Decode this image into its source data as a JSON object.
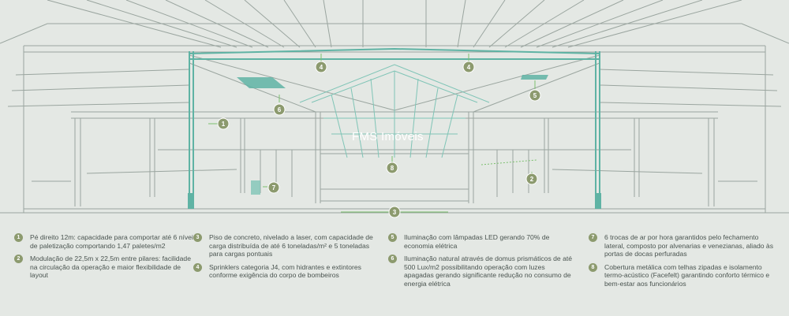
{
  "watermark": "FMS Imóveis",
  "colors": {
    "background": "#e4e8e4",
    "structure_line": "#9aa59f",
    "accent_teal": "#5fb3a4",
    "accent_green": "#7bbf6e",
    "badge": "#8c9a6e",
    "text": "#4a5450"
  },
  "markers": [
    {
      "n": "1"
    },
    {
      "n": "2"
    },
    {
      "n": "3"
    },
    {
      "n": "4"
    },
    {
      "n": "4"
    },
    {
      "n": "5"
    },
    {
      "n": "6"
    },
    {
      "n": "7"
    },
    {
      "n": "8"
    }
  ],
  "legend": [
    {
      "n": "1",
      "text": "Pé direito 12m: capacidade para comportar até 6 níveis de paletização comportando 1,47 paletes/m2"
    },
    {
      "n": "2",
      "text": "Modulação de 22,5m x 22,5m entre pilares: facilidade na circulação da operação e maior flexibilidade de layout"
    },
    {
      "n": "3",
      "text": "Piso de concreto, nivelado a laser, com capacidade de carga distribuída de até 6 toneladas/m² e 5 toneladas para cargas pontuais"
    },
    {
      "n": "4",
      "text": "Sprinklers categoria J4, com hidrantes e extintores conforme exigência do corpo de bombeiros"
    },
    {
      "n": "5",
      "text": "Iluminação com lâmpadas LED gerando 70% de economia elétrica"
    },
    {
      "n": "6",
      "text": "Iluminação natural através de domus prismáticos de até 500 Lux/m2 possibilitando operação com luzes apagadas gerando significante redução no consumo de energia elétrica"
    },
    {
      "n": "7",
      "text": "6 trocas de ar por hora garantidos pelo fechamento lateral, composto por alvenarias e venezianas, aliado às portas de docas perfuradas"
    },
    {
      "n": "8",
      "text": "Cobertura metálica com telhas zipadas e isolamento termo-acústico (Facefelt) garantindo conforto térmico e bem-estar aos funcionários"
    }
  ]
}
